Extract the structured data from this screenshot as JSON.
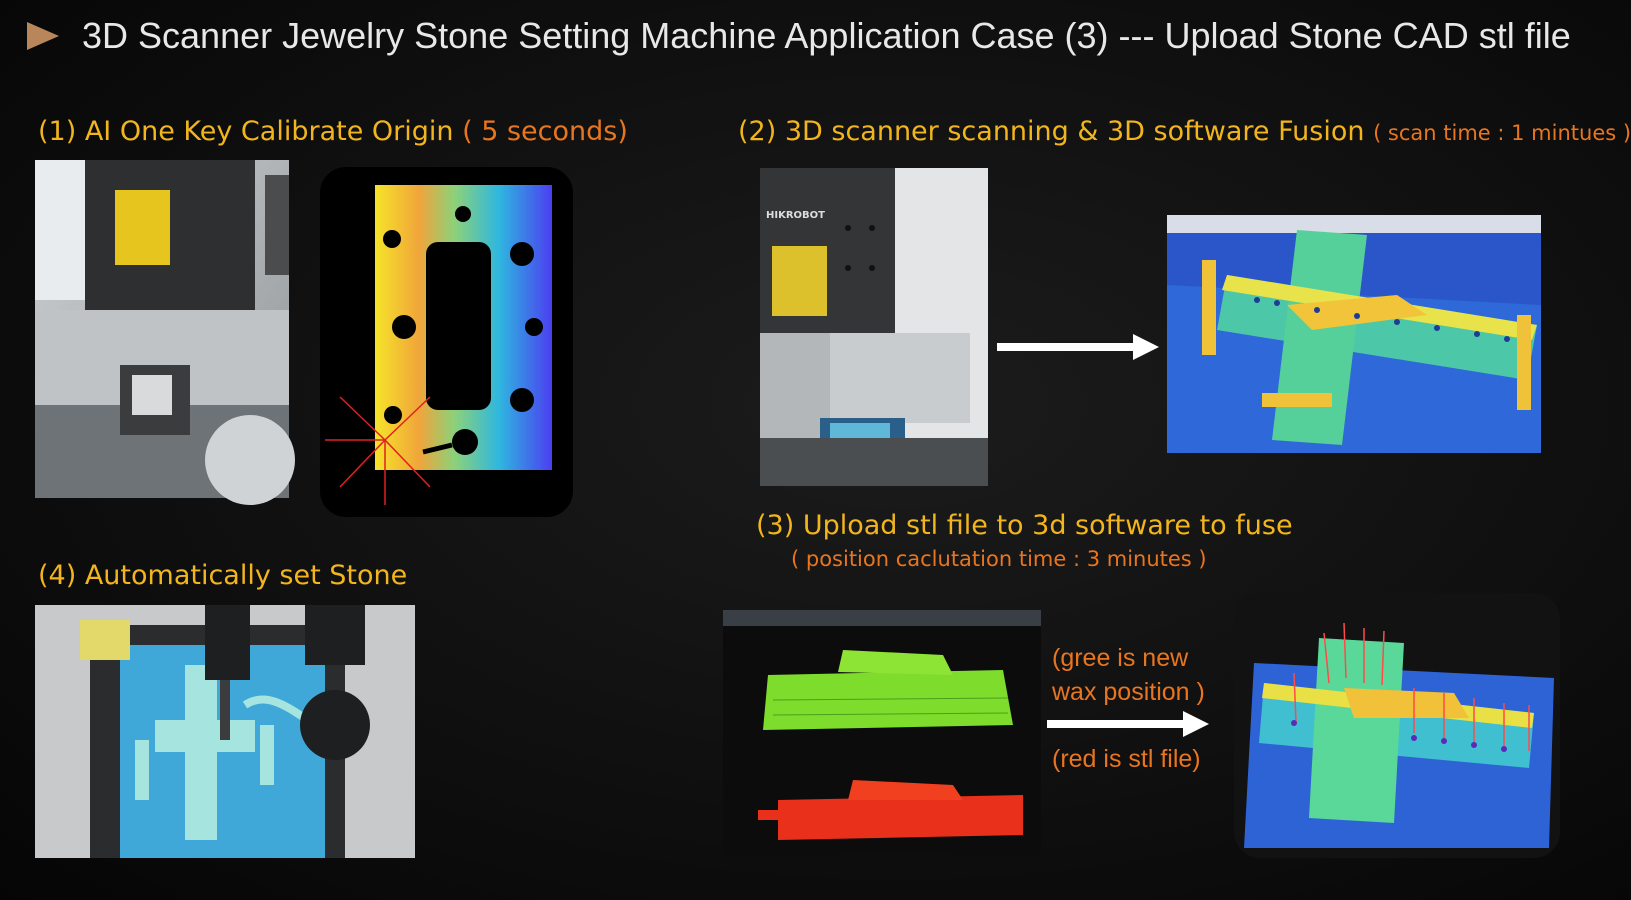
{
  "title": "3D Scanner Jewelry Stone Setting Machine Application Case (3) --- Upload Stone CAD stl file",
  "step1": {
    "label": "(1) AI One Key Calibrate Origin",
    "note": "( 5 seconds)"
  },
  "step2": {
    "label": "(2) 3D scanner scanning & 3D software Fusion",
    "note": "( scan time : 1 mintues )"
  },
  "step3": {
    "label": "(3) Upload stl file to 3d software to fuse",
    "note": "( position caclutation time :  3 minutes  )"
  },
  "step4": {
    "label": "(4) Automatically set Stone"
  },
  "captions": {
    "green_line1": "(gree is new",
    "green_line2": "wax position )",
    "red": "(red is stl file)"
  },
  "photo_labels": {
    "scanner_brand": "HIKROBOT"
  },
  "icons": [
    "play-triangle-icon",
    "right-arrow-icon"
  ],
  "colors": {
    "step_heading": "#f2b51c",
    "note": "#e8751f",
    "title_arrow": "#b8865a"
  }
}
